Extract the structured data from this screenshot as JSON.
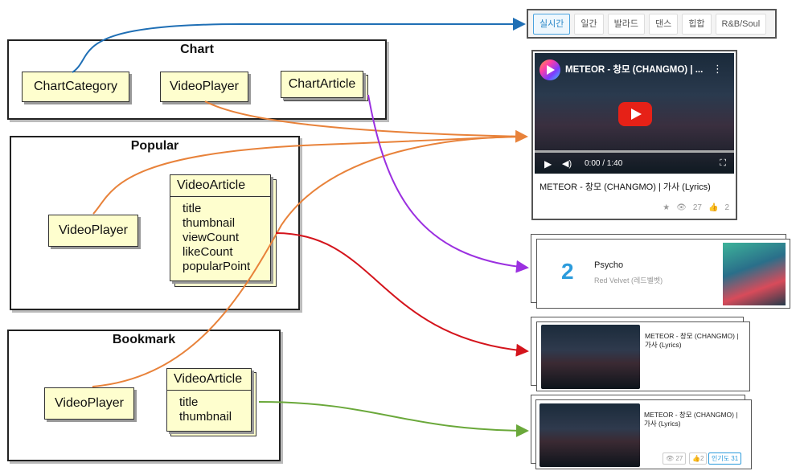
{
  "packages": {
    "chart": {
      "title": "Chart",
      "components": [
        "ChartCategory",
        "VideoPlayer",
        "ChartArticle"
      ]
    },
    "popular": {
      "title": "Popular",
      "player": "VideoPlayer",
      "article": {
        "name": "VideoArticle",
        "fields": [
          "title",
          "thumbnail",
          "viewCount",
          "likeCount",
          "popularPoint"
        ]
      }
    },
    "bookmark": {
      "title": "Bookmark",
      "player": "VideoPlayer",
      "article": {
        "name": "VideoArticle",
        "fields": [
          "title",
          "thumbnail"
        ]
      }
    }
  },
  "tabs": [
    "실시간",
    "일간",
    "발라드",
    "댄스",
    "힙합",
    "R&B/Soul"
  ],
  "video": {
    "player_title": "METEOR - 창모 (CHANGMO) | ...",
    "time": "0:00 / 1:40",
    "caption": "METEOR - 창모 (CHANGMO) | 가사 (Lyrics)",
    "views": "27",
    "likes": "2",
    "progress_percent": 0
  },
  "chart_article": {
    "rank": "2",
    "song": "Psycho",
    "artist": "Red Velvet (레드벨벳)"
  },
  "popular_card": {
    "title": "METEOR - 창모 (CHANGMO) | 가사 (Lyrics)"
  },
  "bookmark_card": {
    "title": "METEOR - 창모 (CHANGMO) | 가사 (Lyrics)",
    "views": "27",
    "likes": "2",
    "popular": "인기도 31"
  },
  "colors": {
    "chart_category": "#1f6fb5",
    "video_player": "#e8823a",
    "chart_article": "#9b30e0",
    "popular_article": "#d4141c",
    "bookmark_article": "#6aa83a"
  }
}
